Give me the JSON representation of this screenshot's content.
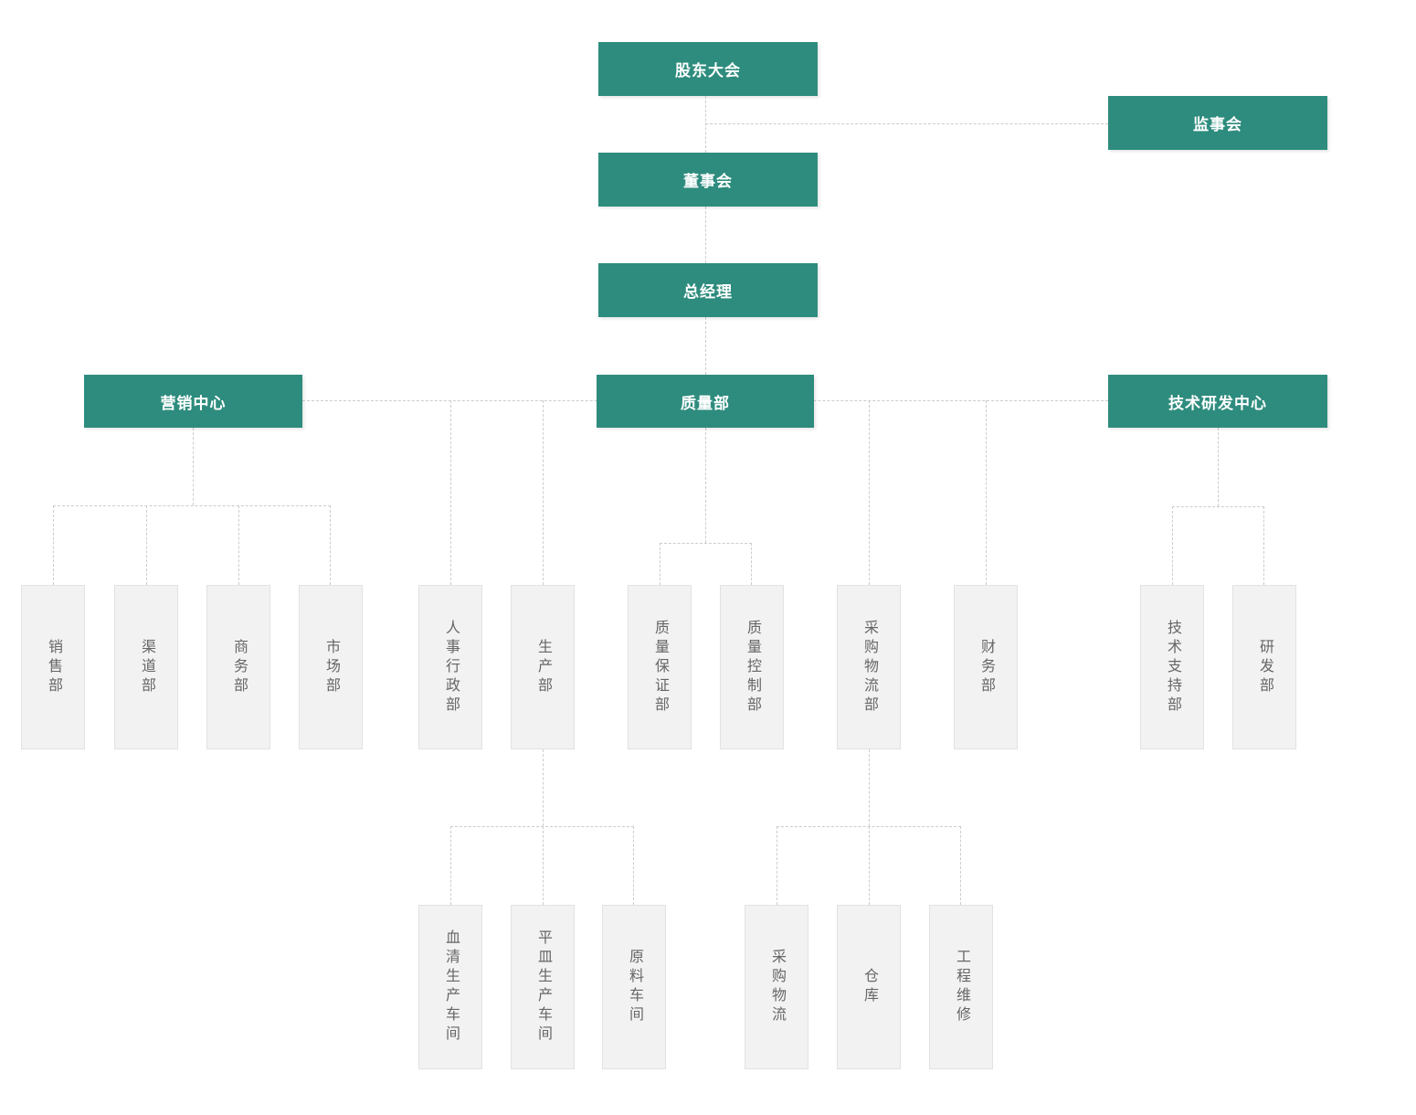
{
  "colors": {
    "accent": "#2e8c7e",
    "accent_text": "#ffffff",
    "box_fill": "#f2f2f2",
    "box_border": "#e2e2e2",
    "box_text": "#666666",
    "line": "#cccccc"
  },
  "org": {
    "governance": {
      "shareholders": "股东大会",
      "supervisory_board": "监事会",
      "board": "董事会",
      "general_manager": "总经理"
    },
    "centers": {
      "marketing_center": "营销中心",
      "quality_dept": "质量部",
      "tech_rd_center": "技术研发中心"
    },
    "departments": {
      "sales": "销售部",
      "channel": "渠道部",
      "business": "商务部",
      "market": "市场部",
      "hr_admin": "人事行政部",
      "production": "生产部",
      "quality_assurance": "质量保证部",
      "quality_control": "质量控制部",
      "procurement_logistics": "采购物流部",
      "finance": "财务部",
      "tech_support": "技术支持部",
      "rd": "研发部"
    },
    "units": {
      "serum_workshop": "血清生产车间",
      "plate_workshop": "平皿生产车间",
      "raw_material_workshop": "原料车间",
      "procurement_logistics_unit": "采购物流",
      "warehouse": "仓库",
      "engineering_maintenance": "工程维修"
    },
    "edges": [
      [
        "shareholders",
        "supervisory_board"
      ],
      [
        "shareholders",
        "board"
      ],
      [
        "board",
        "general_manager"
      ],
      [
        "general_manager",
        "marketing_center"
      ],
      [
        "general_manager",
        "quality_dept"
      ],
      [
        "general_manager",
        "tech_rd_center"
      ],
      [
        "general_manager",
        "hr_admin"
      ],
      [
        "general_manager",
        "production"
      ],
      [
        "general_manager",
        "procurement_logistics"
      ],
      [
        "general_manager",
        "finance"
      ],
      [
        "marketing_center",
        "sales"
      ],
      [
        "marketing_center",
        "channel"
      ],
      [
        "marketing_center",
        "business"
      ],
      [
        "marketing_center",
        "market"
      ],
      [
        "quality_dept",
        "quality_assurance"
      ],
      [
        "quality_dept",
        "quality_control"
      ],
      [
        "tech_rd_center",
        "tech_support"
      ],
      [
        "tech_rd_center",
        "rd"
      ],
      [
        "production",
        "serum_workshop"
      ],
      [
        "production",
        "plate_workshop"
      ],
      [
        "production",
        "raw_material_workshop"
      ],
      [
        "procurement_logistics",
        "procurement_logistics_unit"
      ],
      [
        "procurement_logistics",
        "warehouse"
      ],
      [
        "procurement_logistics",
        "engineering_maintenance"
      ]
    ]
  }
}
